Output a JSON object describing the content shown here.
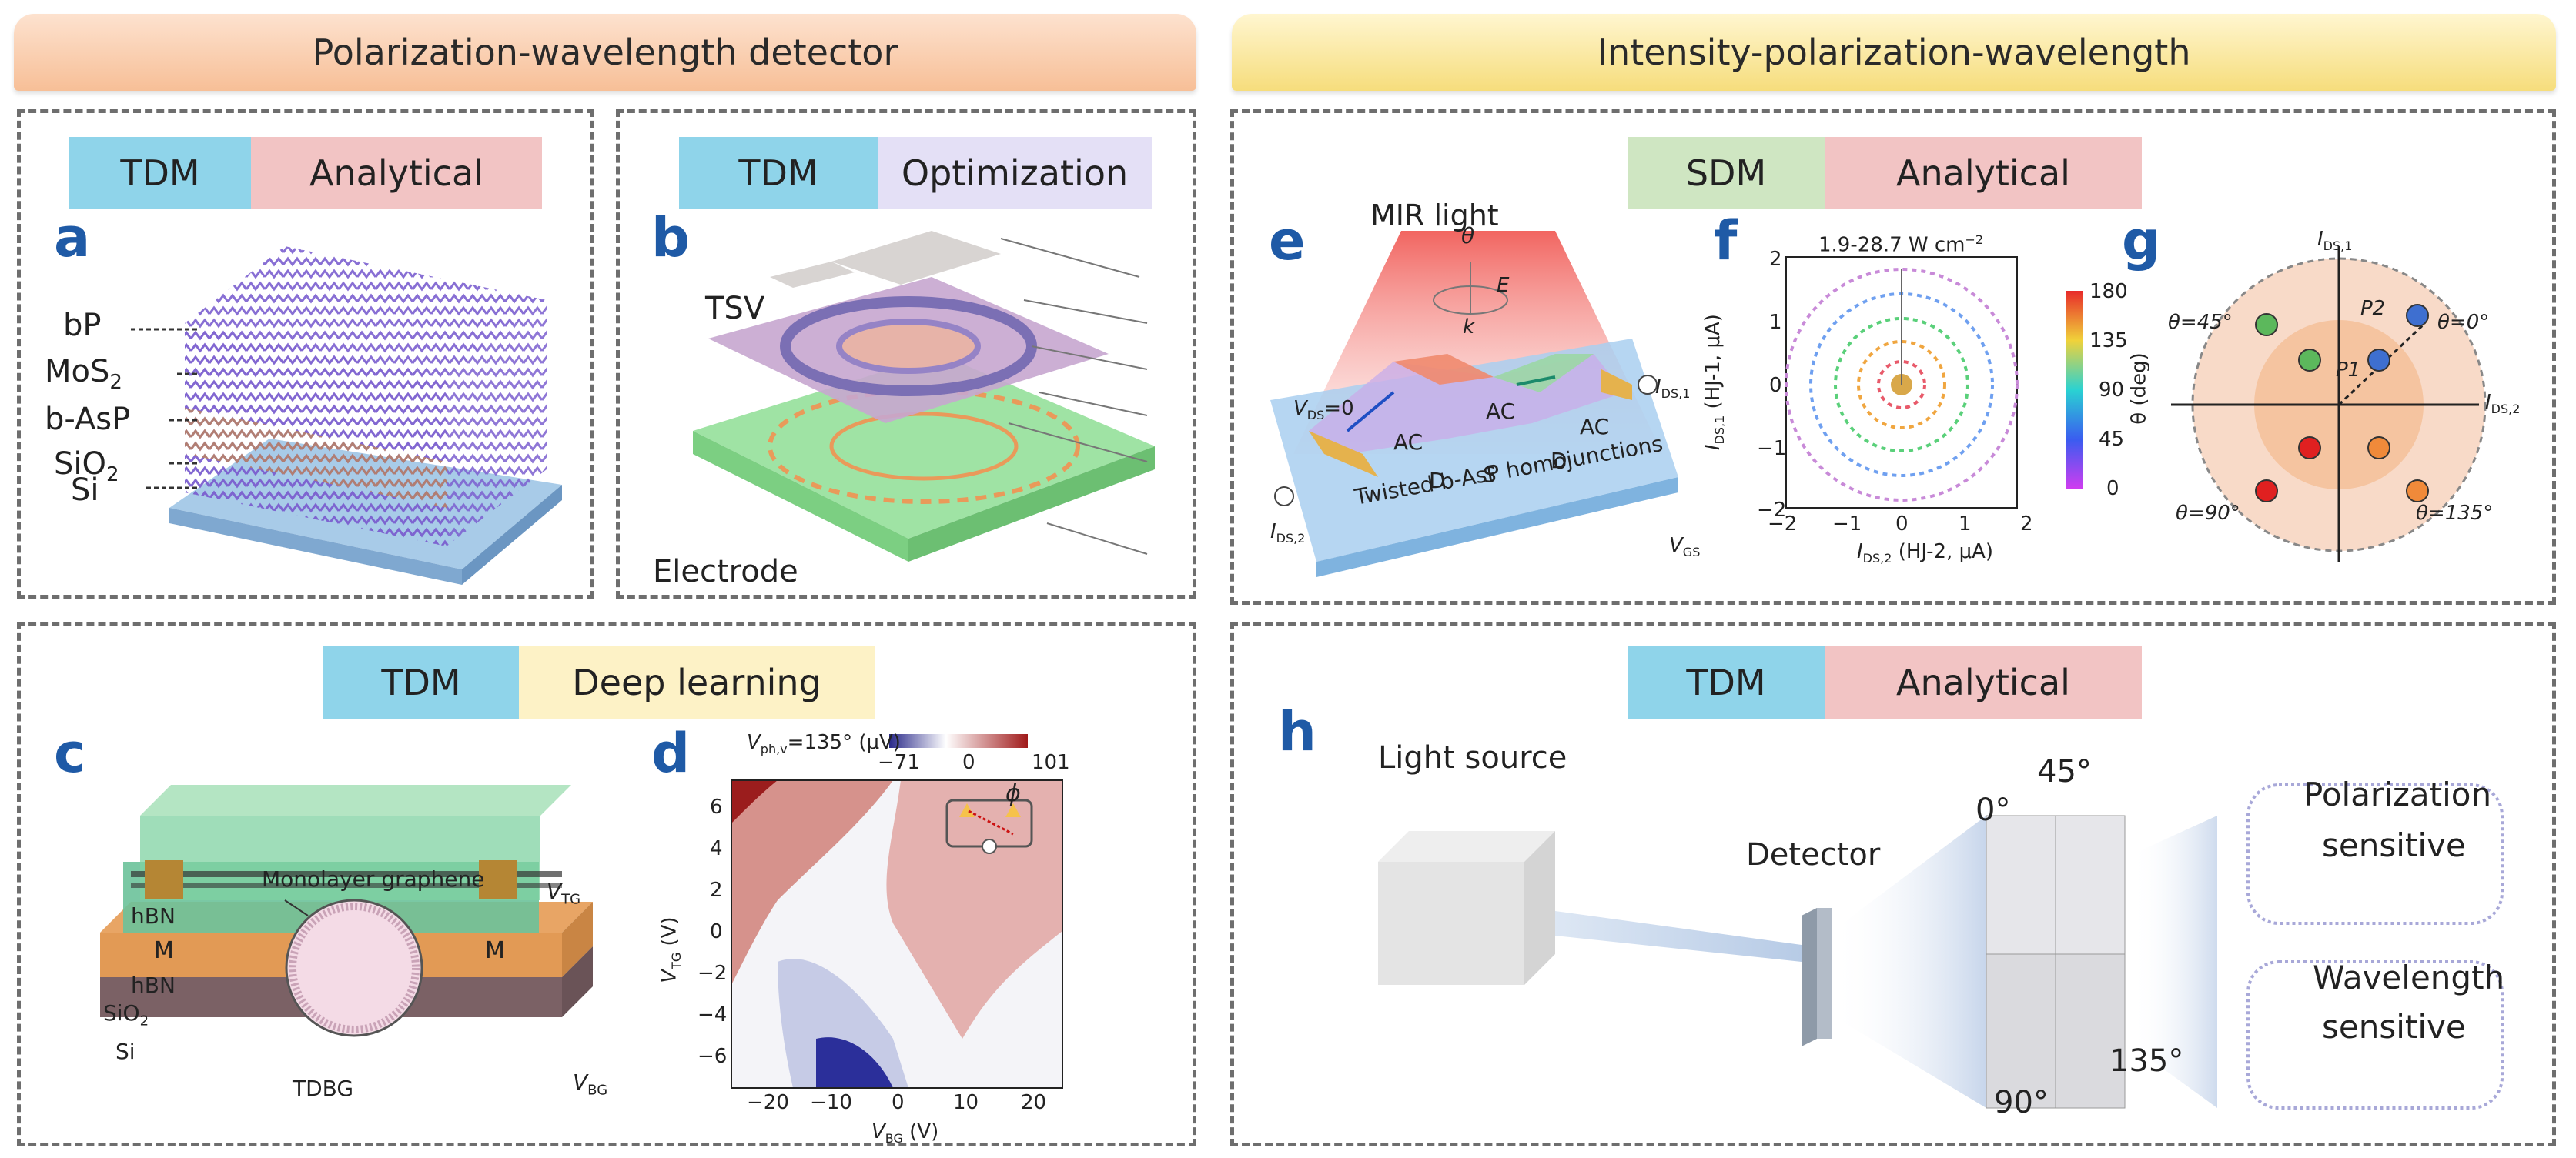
{
  "banners": {
    "left": "Polarization-wavelength detector",
    "right": "Intensity-polarization-wavelength"
  },
  "colors": {
    "tdm": "#8fd4ea",
    "analytical": "#f2c4c4",
    "optimization": "#e4e0f6",
    "deep": "#fdf2c6",
    "sdm": "#cfe6c2"
  },
  "panels": {
    "a": {
      "letter": "a",
      "tags": [
        "TDM",
        "Analytical"
      ],
      "layers": [
        "bP",
        "MoS",
        "b-AsP",
        "SiO",
        "Si"
      ]
    },
    "b": {
      "letter": "b",
      "tags": [
        "TDM",
        "Optimization"
      ],
      "tsv": "TSV",
      "electrode": "Electrode"
    },
    "c": {
      "letter": "c",
      "tags": [
        "TDM",
        "Deep learning"
      ],
      "graphene": "Monolayer graphene",
      "hbn1": "hBN",
      "hbn2": "hBN",
      "m": "M",
      "sio2": "SiO",
      "si": "Si",
      "tdbg": "TDBG",
      "vtg": "V",
      "vbg": "V"
    },
    "d": {
      "letter": "d",
      "cbar_title": "V",
      "cbar_title_rest": "=135° (μV)",
      "cbar_min": "−71",
      "cbar_mid": "0",
      "cbar_max": "101",
      "xlabel": "V",
      "xunit": "(V)",
      "ylabel": "V",
      "yunit": "(V)",
      "phi": "ϕ",
      "xticks": [
        "−20",
        "−10",
        "0",
        "10",
        "20"
      ],
      "yticks": [
        "6",
        "4",
        "2",
        "0",
        "−2",
        "−4",
        "−6"
      ]
    },
    "e": {
      "letter": "e",
      "tags": [
        "SDM",
        "Analytical"
      ],
      "mir": "MIR light",
      "theta": "θ",
      "E": "E",
      "k": "k",
      "vds": "V",
      "vds_rest": "=0",
      "ac": "AC",
      "s": "S",
      "d": "D",
      "homo": "Twisted b-AsP homojunctions",
      "ids1": "I",
      "ids2": "I",
      "vgs": "V"
    },
    "f": {
      "letter": "f",
      "top": "1.9-28.7 W cm",
      "xlabel": "I",
      "xlabel_rest": "(HJ-2, μA)",
      "ylabel": "I",
      "ylabel_rest": "(HJ-1, μA)",
      "cbar_label": "θ (deg)",
      "cbar_ticks": [
        "180",
        "135",
        "90",
        "45",
        "0"
      ],
      "xticks": [
        "−2",
        "−1",
        "0",
        "1",
        "2"
      ],
      "yticks": [
        "2",
        "1",
        "0",
        "−1",
        "−2"
      ]
    },
    "g": {
      "letter": "g",
      "ids1": "I",
      "ids2": "I",
      "p1": "P1",
      "p2": "P2",
      "t45": "θ=45°",
      "t0": "θ=0°",
      "t90": "θ=90°",
      "t135": "θ=135°"
    },
    "h": {
      "letter": "h",
      "tags": [
        "TDM",
        "Analytical"
      ],
      "source": "Light source",
      "detector": "Detector",
      "a0": "0°",
      "a45": "45°",
      "a90": "90°",
      "a135": "135°",
      "pol": [
        "Polarization",
        "sensitive"
      ],
      "wav": [
        "Wavelength",
        "sensitive"
      ]
    }
  }
}
